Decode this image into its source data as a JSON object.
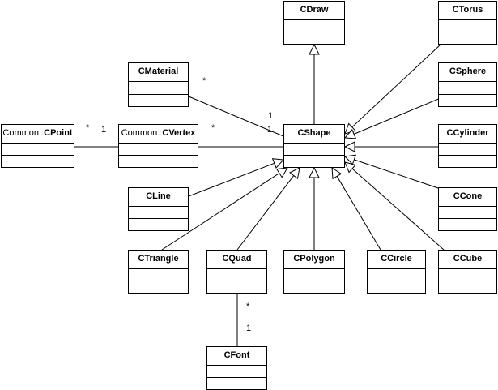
{
  "classes": [
    {
      "id": "draw",
      "name": "CDraw"
    },
    {
      "id": "torus",
      "name": "CTorus"
    },
    {
      "id": "material",
      "name": "CMaterial"
    },
    {
      "id": "sphere",
      "name": "CSphere"
    },
    {
      "id": "point",
      "prefix": "Common::",
      "name": "CPoint"
    },
    {
      "id": "vertex",
      "prefix": "Common::",
      "name": "CVertex"
    },
    {
      "id": "shape",
      "name": "CShape"
    },
    {
      "id": "cylinder",
      "name": "CCylinder"
    },
    {
      "id": "line",
      "name": "CLine"
    },
    {
      "id": "cone",
      "name": "CCone"
    },
    {
      "id": "triangle",
      "name": "CTriangle"
    },
    {
      "id": "quad",
      "name": "CQuad"
    },
    {
      "id": "polygon",
      "name": "CPolygon"
    },
    {
      "id": "circle",
      "name": "CCircle"
    },
    {
      "id": "cube",
      "name": "CCube"
    },
    {
      "id": "font",
      "name": "CFont"
    }
  ],
  "generalizations": [
    {
      "from": "shape",
      "to": "draw"
    },
    {
      "from": "torus",
      "to": "shape"
    },
    {
      "from": "sphere",
      "to": "shape"
    },
    {
      "from": "cylinder",
      "to": "shape"
    },
    {
      "from": "line",
      "to": "shape"
    },
    {
      "from": "cone",
      "to": "shape"
    },
    {
      "from": "triangle",
      "to": "shape"
    },
    {
      "from": "quad",
      "to": "shape"
    },
    {
      "from": "polygon",
      "to": "shape"
    },
    {
      "from": "circle",
      "to": "shape"
    },
    {
      "from": "cube",
      "to": "shape"
    }
  ],
  "associations": [
    {
      "from": "material",
      "to": "shape",
      "from_mult": "*",
      "to_mult": "1"
    },
    {
      "from": "vertex",
      "to": "shape",
      "from_mult": "*",
      "to_mult": "1"
    },
    {
      "from": "point",
      "to": "vertex",
      "from_mult": "*",
      "to_mult": "1"
    },
    {
      "from": "quad",
      "to": "font",
      "from_mult": "*",
      "to_mult": "1"
    }
  ]
}
